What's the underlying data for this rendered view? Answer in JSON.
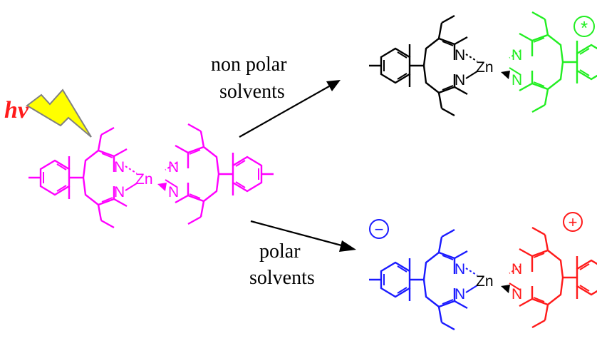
{
  "labels": {
    "excitation": "hv",
    "nonpolar_line1": "non polar",
    "nonpolar_line2": "solvents",
    "polar_line1": "polar",
    "polar_line2": "solvents",
    "excited_marker": "*",
    "anion_marker": "−",
    "cation_marker": "+"
  },
  "atoms": {
    "metal": "Zn",
    "nitrogen": "N"
  },
  "colors": {
    "reactant": "#ff00ff",
    "ground_half": "#000000",
    "excited_half": "#22ee22",
    "anion_half": "#1a1aff",
    "cation_half": "#ff1a1a",
    "lightning_fill": "#ffff00",
    "lightning_stroke": "#808080"
  },
  "icons": {
    "excitation": "lightning-bolt-icon",
    "excited_state": "star-circle-icon",
    "negative_charge": "minus-circle-icon",
    "positive_charge": "plus-circle-icon"
  }
}
